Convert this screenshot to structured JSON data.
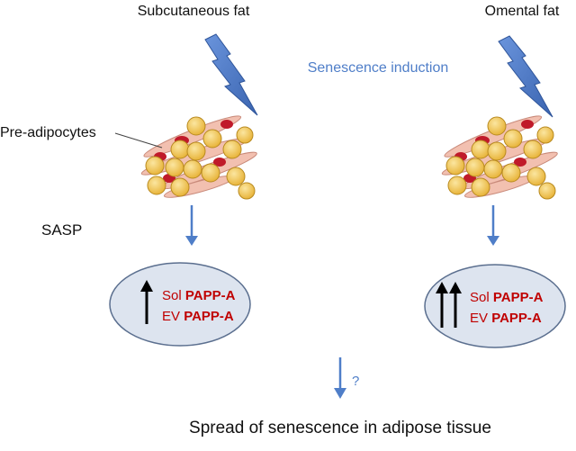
{
  "labels": {
    "subcutaneous": "Subcutaneous fat",
    "omental": "Omental fat",
    "induction": "Senescence induction",
    "preadipocytes": "Pre-adipocytes",
    "sasp": "SASP",
    "question": "?",
    "spread": "Spread of senescence in adipose tissue"
  },
  "left_box": {
    "line1_prefix": "Sol ",
    "line1_bold": "PAPP-A",
    "line2_prefix": "EV ",
    "line2_bold": "PAPP-A",
    "up_arrows": 1
  },
  "right_box": {
    "line1_prefix": "Sol ",
    "line1_bold": "PAPP-A",
    "line2_prefix": "EV ",
    "line2_bold": "PAPP-A",
    "up_arrows": 2
  },
  "colors": {
    "lightning": "#4a78c8",
    "arrow": "#4f7ec8",
    "induction_text": "#4f7ec8",
    "papp": "#c00000",
    "ellipse_fill": "#dde4ef",
    "ellipse_stroke": "#5b6f8f",
    "fat_cell": "#f0c24a",
    "pre_adipocyte": "#f0b8a8",
    "nucleus": "#c01a2a"
  },
  "icons": [
    "lightning-bolt-icon",
    "down-arrow-icon",
    "up-arrow-icon"
  ]
}
